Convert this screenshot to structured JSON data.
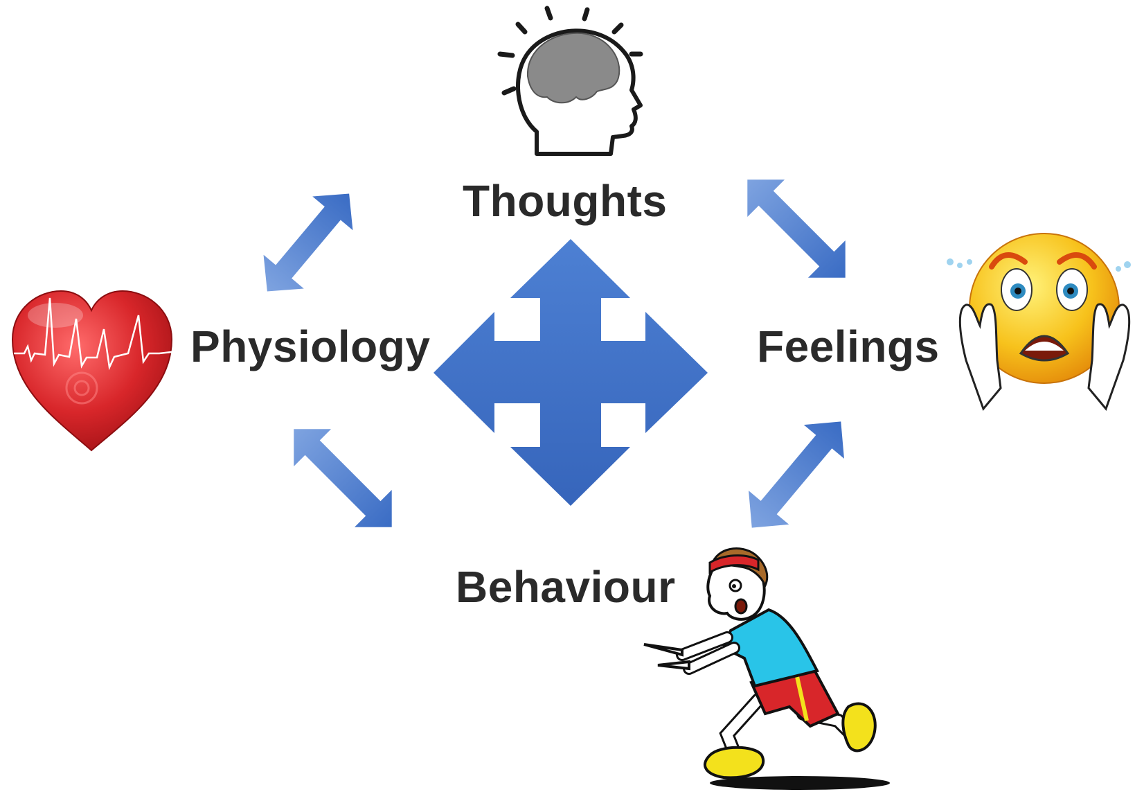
{
  "nodes": {
    "thoughts": {
      "label": "Thoughts",
      "icon": "brain-head-icon"
    },
    "physiology": {
      "label": "Physiology",
      "icon": "heart-heartbeat-icon"
    },
    "feelings": {
      "label": "Feelings",
      "icon": "scared-face-icon"
    },
    "behaviour": {
      "label": "Behaviour",
      "icon": "running-man-icon"
    }
  },
  "connections": [
    {
      "from": "thoughts",
      "to": "physiology",
      "style": "double-arrow"
    },
    {
      "from": "thoughts",
      "to": "feelings",
      "style": "double-arrow"
    },
    {
      "from": "physiology",
      "to": "behaviour",
      "style": "double-arrow"
    },
    {
      "from": "feelings",
      "to": "behaviour",
      "style": "double-arrow"
    }
  ],
  "center": {
    "icon": "four-way-arrow-icon"
  },
  "colors": {
    "arrow": "#3f73c8",
    "arrow_light": "#6b95da",
    "text": "#2a2a2a",
    "heart": "#d8262a",
    "face": "#f7c21c",
    "shirt": "#29c4e8",
    "shorts": "#d8262a",
    "shoes": "#f3e11c"
  }
}
